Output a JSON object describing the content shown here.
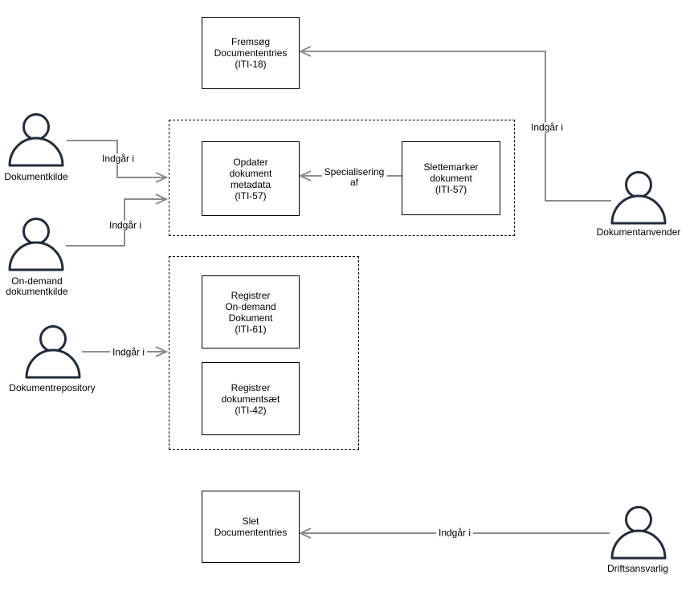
{
  "diagram": {
    "type": "use-case-diagram",
    "language": "Danish",
    "colors": {
      "background": "#ffffff",
      "node_border": "#000000",
      "group_border_dashed": "#000000",
      "connector": "#8c8c8c",
      "actor_outline": "#212c3c",
      "text": "#000000"
    },
    "use_cases": [
      {
        "label": "Fremsøg\nDocumententries\n(ITI-18)"
      },
      {
        "label": "Opdater\ndokument\nmetadata\n(ITI-57)"
      },
      {
        "label": "Slettemarker\ndokument\n(ITI-57)"
      },
      {
        "label": "Registrer\nOn-demand\nDokument\n(ITI-61)"
      },
      {
        "label": "Registrer\ndokumentsæt\n(ITI-42)"
      },
      {
        "label": "Slet\nDocumententries"
      }
    ],
    "actors": [
      {
        "label": "Dokumentkilde"
      },
      {
        "label": "On-demand\ndokumentkilde"
      },
      {
        "label": "Dokumentrepository"
      },
      {
        "label": "Dokumentanvender"
      },
      {
        "label": "Driftsansvarlig"
      }
    ],
    "edges": [
      {
        "from": "Dokumentkilde",
        "to": "group-opdater-slettemarker",
        "label": "Indgår i"
      },
      {
        "from": "On-demand dokumentkilde",
        "to": "group-opdater-slettemarker",
        "label": "Indgår i"
      },
      {
        "from": "Dokumentrepository",
        "to": "group-registrer",
        "label": "Indgår i"
      },
      {
        "from": "Slettemarker dokument (ITI-57)",
        "to": "Opdater dokument metadata (ITI-57)",
        "label": "Specialisering\naf"
      },
      {
        "from": "Dokumentanvender",
        "to": "Fremsøg Documententries (ITI-18)",
        "label": "Indgår i"
      },
      {
        "from": "Driftsansvarlig",
        "to": "Slet Documententries",
        "label": "Indgår i"
      }
    ]
  }
}
